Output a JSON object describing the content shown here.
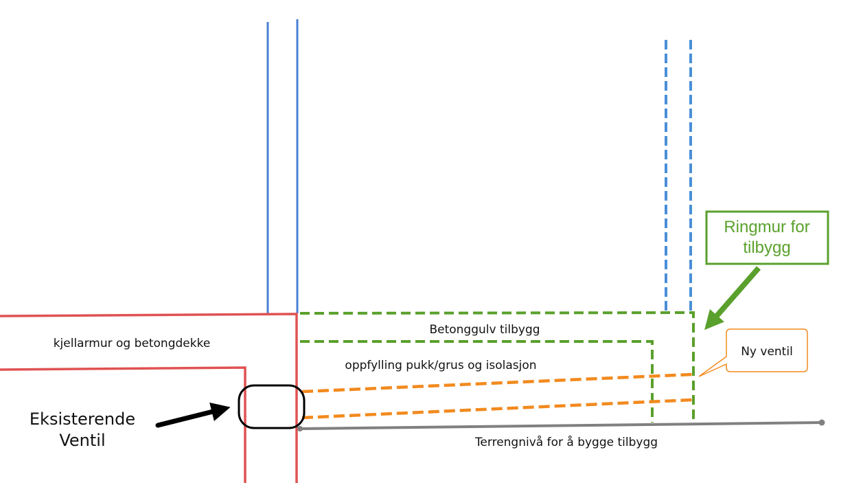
{
  "labels": {
    "betonggulv": "Betonggulv tilbygg",
    "oppfylling": "oppfylling pukk/grus og isolasjon",
    "kjellarmur": "kjellarmur og betongdekke",
    "eksisterende_line1": "Eksisterende",
    "eksisterende_line2": "Ventil",
    "terreng": "Terrengnivå for å bygge tilbygg",
    "ny_ventil": "Ny ventil",
    "ringmur_line1": "Ringmur for",
    "ringmur_line2": "tilbygg"
  },
  "colors": {
    "wall_blue": "#4a7fd4",
    "existing_red": "#e05252",
    "new_green": "#5aa02c",
    "pipe_orange": "#f28a1e",
    "ground_grey": "#808080",
    "callout_black": "#000000"
  }
}
